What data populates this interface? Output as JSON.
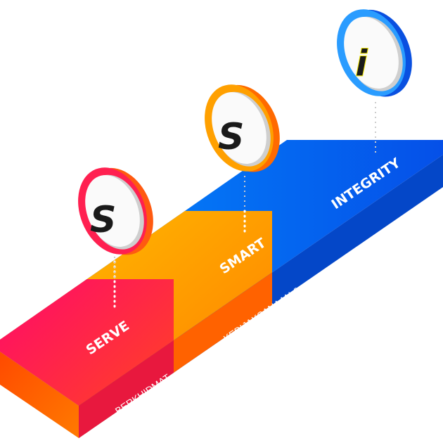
{
  "steps": [
    {
      "title": "SERVE",
      "subtitle": "BERKHIDMAT",
      "icon_letter": "S",
      "color": "#ff1f5a"
    },
    {
      "title": "SMART",
      "subtitle_line1": "KEBIJAKSANAAN &",
      "subtitle_line2": "BERKETERAMPILAN",
      "icon_letter": "S",
      "color": "#ff9800"
    },
    {
      "title": "INTEGRITY",
      "subtitle": "INTEGRITI",
      "icon_letter": "i",
      "color": "#0a6cf0"
    }
  ]
}
